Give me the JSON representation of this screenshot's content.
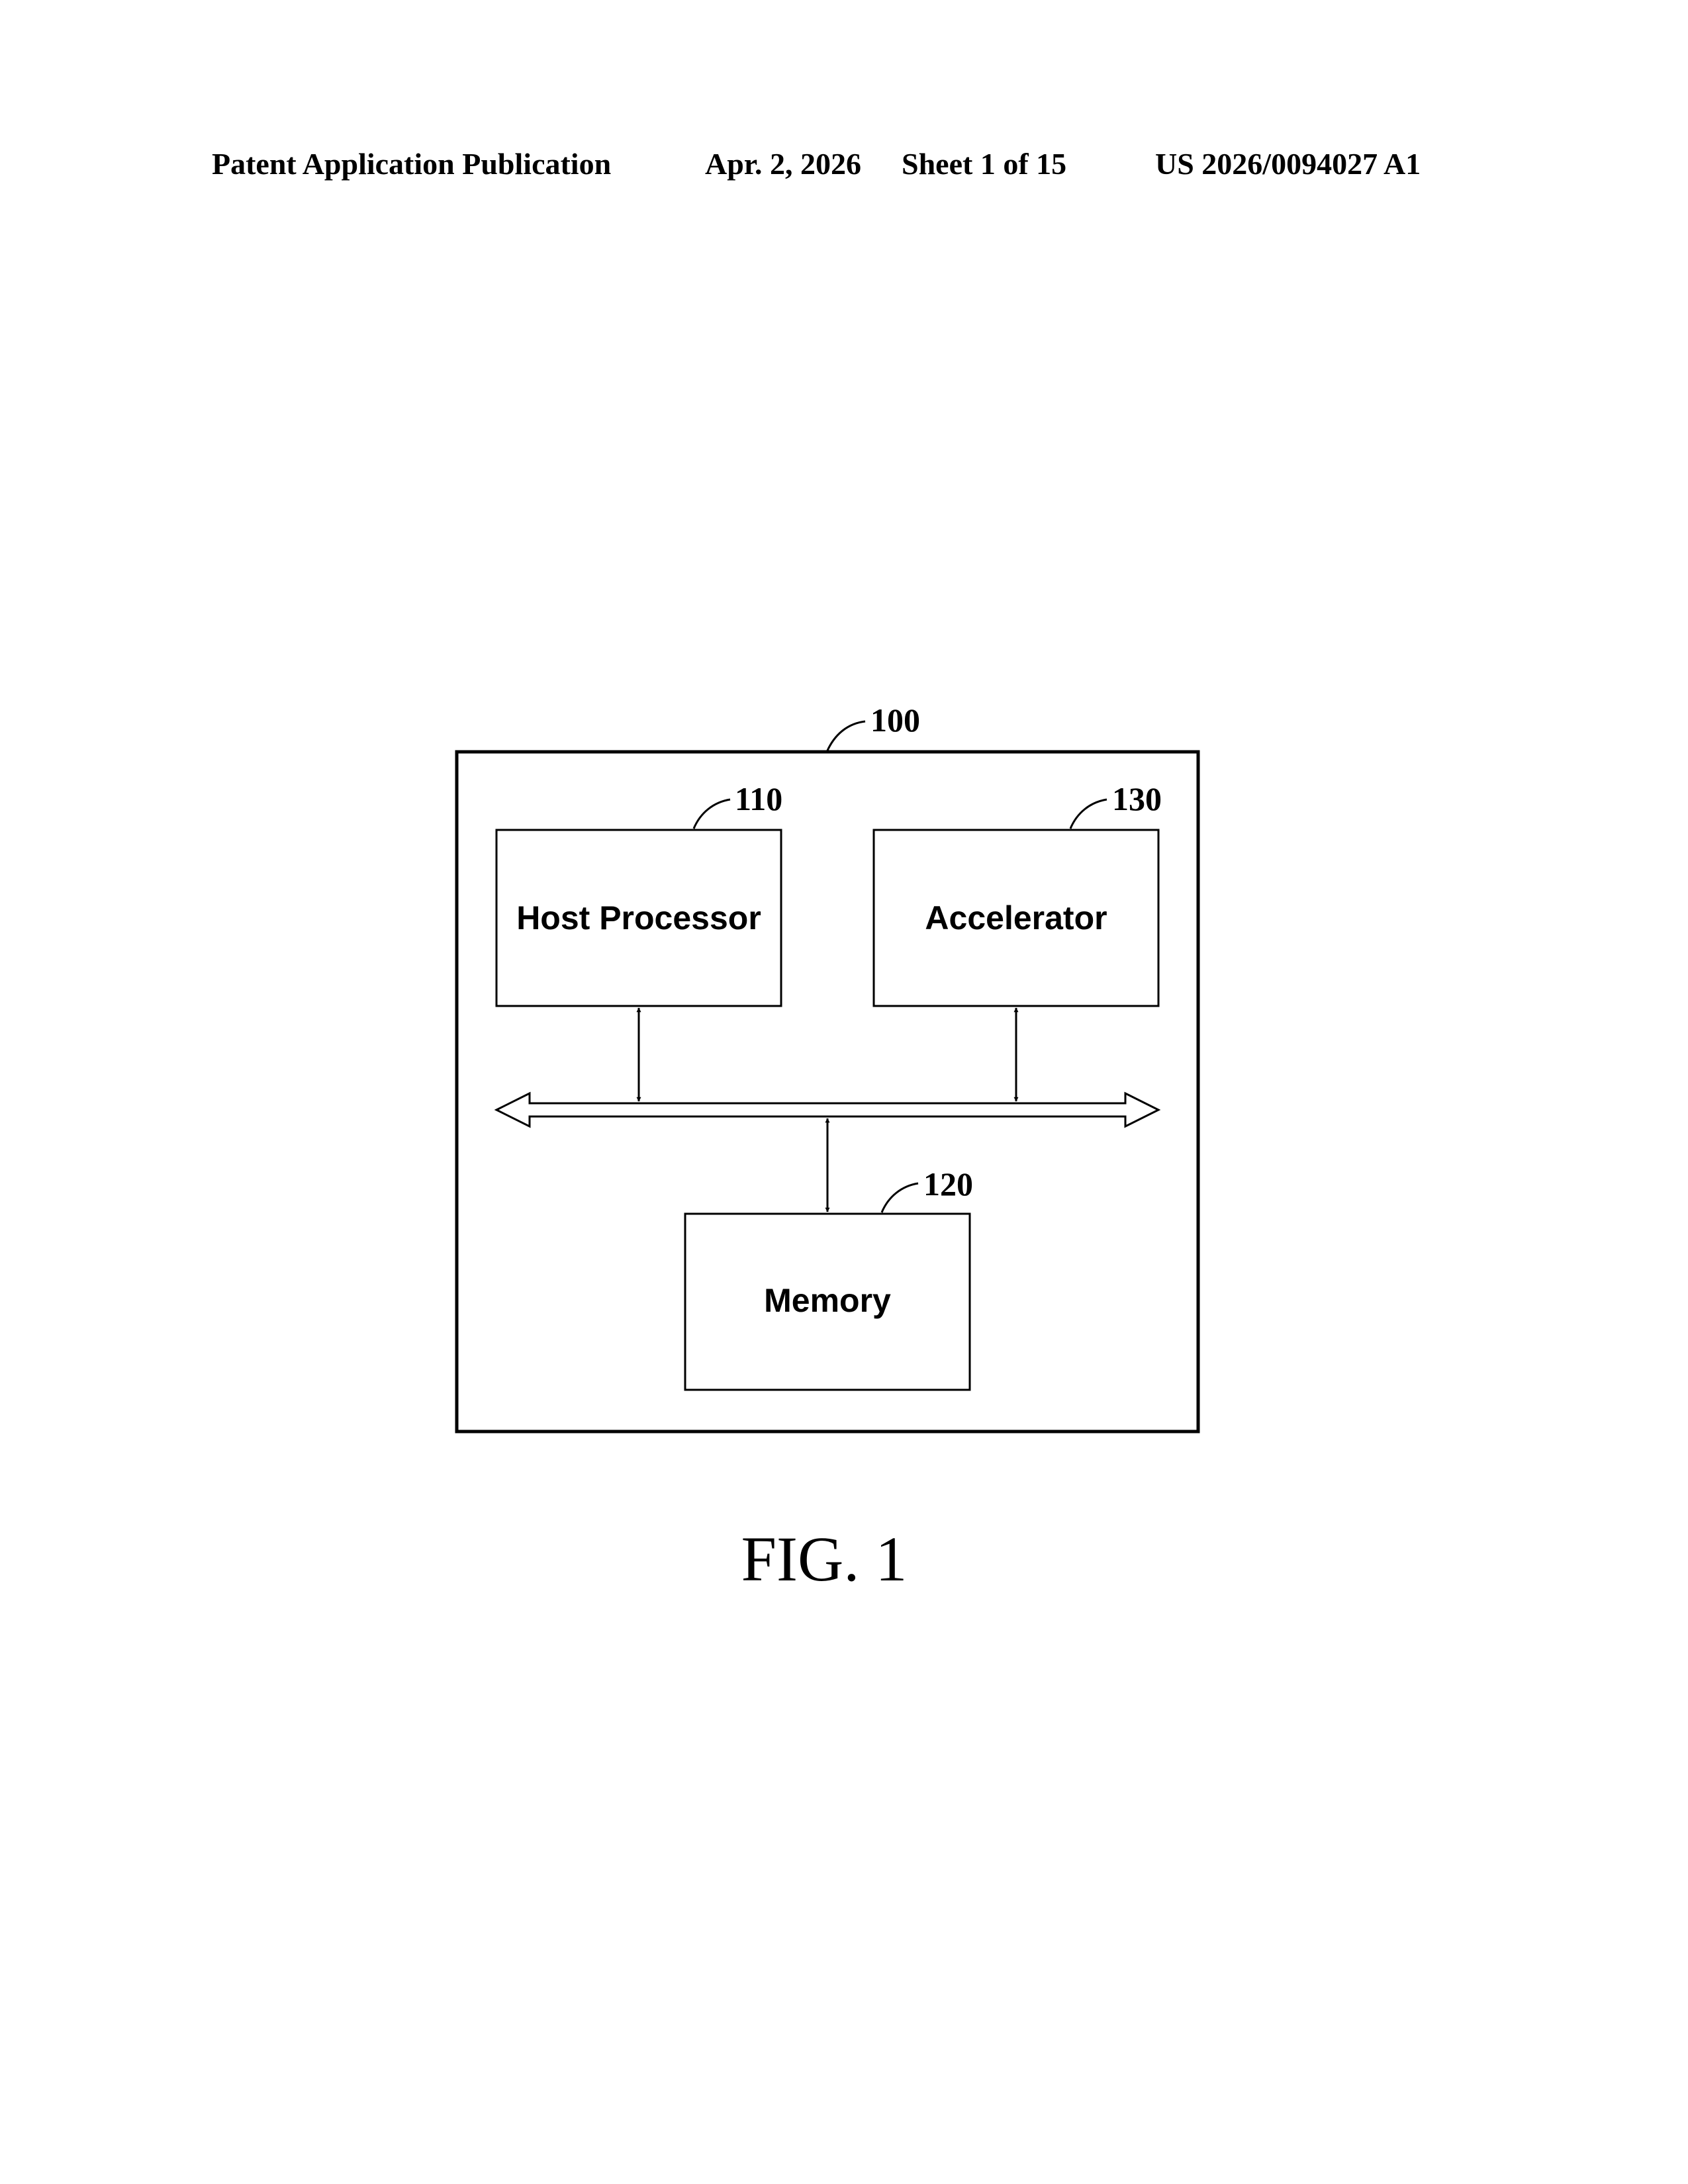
{
  "header": {
    "publication": "Patent Application Publication",
    "date": "Apr. 2, 2026",
    "sheet": "Sheet 1 of 15",
    "number": "US 2026/0094027 A1"
  },
  "diagram": {
    "system_ref": "100",
    "host_processor": {
      "label": "Host Processor",
      "ref": "110"
    },
    "accelerator": {
      "label": "Accelerator",
      "ref": "130"
    },
    "memory": {
      "label": "Memory",
      "ref": "120"
    }
  },
  "caption": "FIG. 1"
}
